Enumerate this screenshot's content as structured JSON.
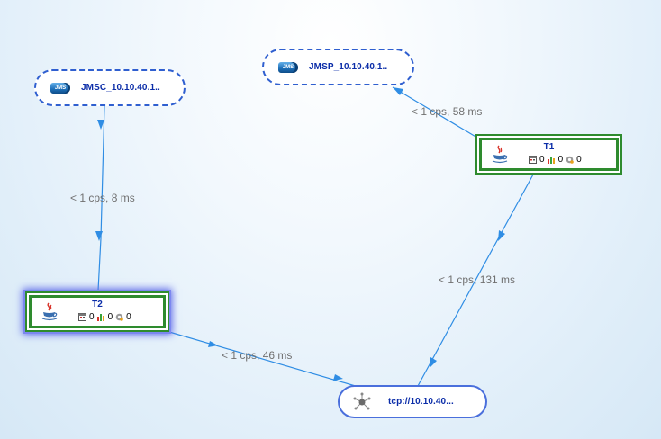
{
  "nodes": {
    "jmsc": {
      "icon": "jms-queue-icon",
      "icon_text": "JMS",
      "label": "JMSC_10.10.40.1.."
    },
    "jmsp": {
      "icon": "jms-queue-icon",
      "icon_text": "JMS",
      "label": "JMSP_10.10.40.1.."
    },
    "t1": {
      "icon": "java-icon",
      "name": "T1",
      "metric_a": "0",
      "metric_b": "0",
      "metric_c": "0"
    },
    "t2": {
      "icon": "java-icon",
      "name": "T2",
      "metric_a": "0",
      "metric_b": "0",
      "metric_c": "0"
    },
    "tcp": {
      "icon": "network-hub-icon",
      "label": "tcp://10.10.40..."
    }
  },
  "edges": {
    "jmsc_t2": "< 1 cps, 8 ms",
    "t1_jmsp": "< 1 cps, 58 ms",
    "t1_tcp": "< 1 cps, 131 ms",
    "t2_tcp": "< 1 cps, 46 ms"
  },
  "colors": {
    "edge": "#2f8de4",
    "node_text": "#0a2ca8",
    "tier_border": "#2e8b2e",
    "selection_glow": "#5c67e8"
  }
}
